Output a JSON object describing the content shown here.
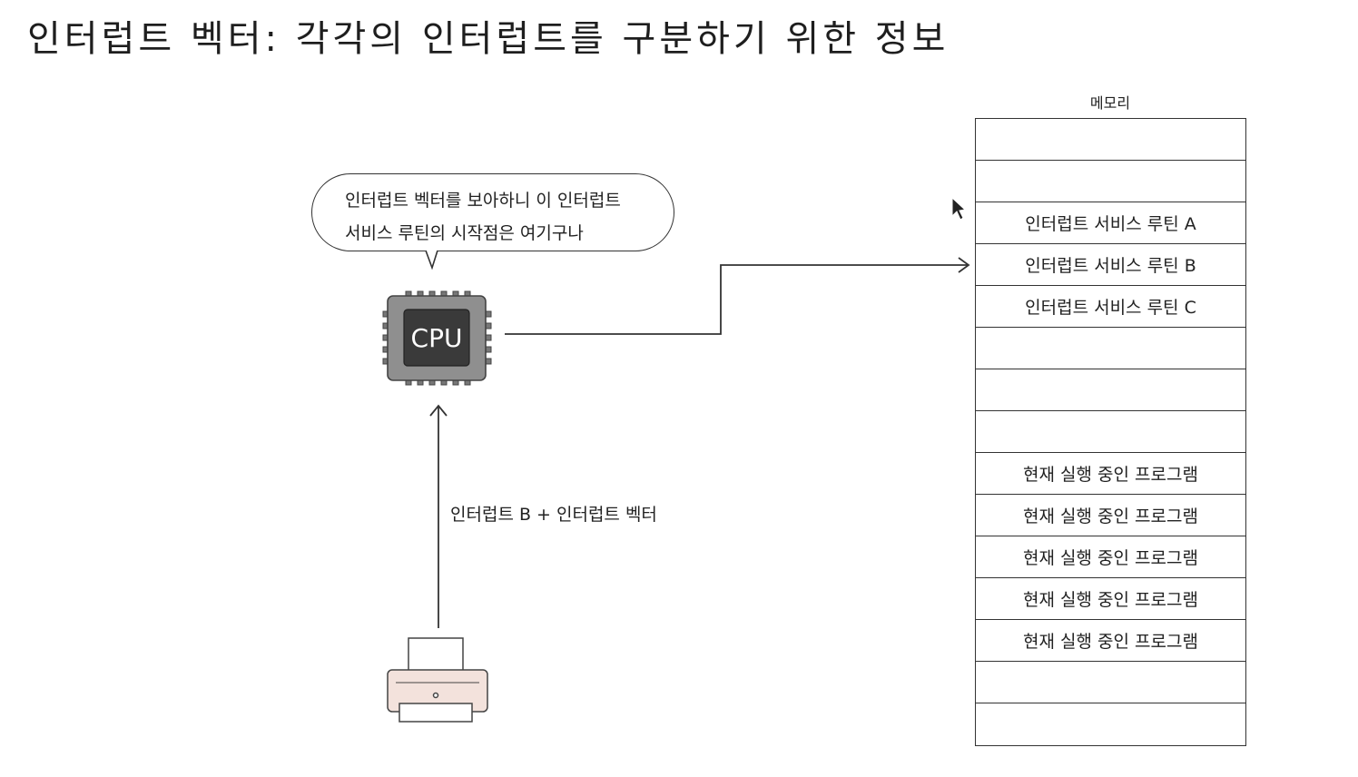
{
  "title": "인터럽트 벡터: 각각의 인터럽트를 구분하기 위한 정보",
  "bubble": {
    "line1": "인터럽트 벡터를 보아하니 이 인터럽트",
    "line2": "서비스 루틴의 시작점은 여기구나"
  },
  "cpu": {
    "label": "CPU"
  },
  "interrupt_label": "인터럽트 B + 인터럽트 벡터",
  "memory": {
    "label": "메모리",
    "cells": [
      "",
      "",
      "인터럽트 서비스 루틴 A",
      "인터럽트 서비스 루틴 B",
      "인터럽트 서비스 루틴 C",
      "",
      "",
      "",
      "현재 실행 중인 프로그램",
      "현재 실행 중인 프로그램",
      "현재 실행 중인 프로그램",
      "현재 실행 중인 프로그램",
      "현재 실행 중인 프로그램",
      "",
      ""
    ]
  },
  "colors": {
    "cpu_body": "#8f8f8f",
    "cpu_core": "#3a3a3a",
    "printer_body": "#f3e2dc",
    "line": "#333333"
  }
}
